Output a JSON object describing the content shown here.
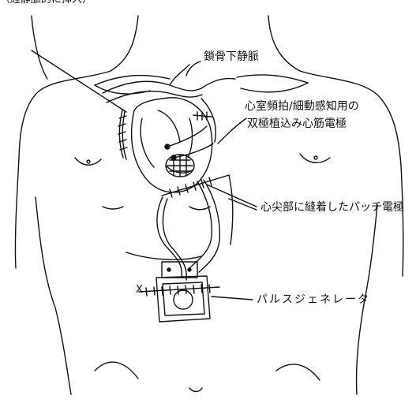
{
  "diagram": {
    "top_caption_fragment": "（経静脈的に挿入）",
    "labels": {
      "subclavian_vein": "鎖骨下静脈",
      "sensing_electrode_line1": "心室頻拍/細動感知用の",
      "sensing_electrode_line2": "双極植込み心筋電極",
      "patch_electrode": "心尖部に縫着したパッチ電極",
      "pulse_generator": "パルスジェネレータ",
      "incision_mark": "X"
    }
  }
}
